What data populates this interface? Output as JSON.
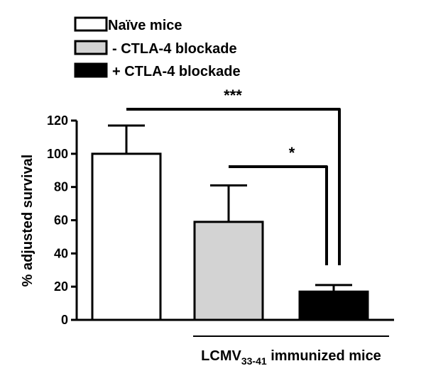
{
  "chart_data": {
    "type": "bar",
    "title": "",
    "xlabel": "",
    "ylabel": "% adjusted survival",
    "ylim": [
      0,
      120
    ],
    "yticks": [
      0,
      20,
      40,
      60,
      80,
      100,
      120
    ],
    "grid": false,
    "legend_position": "top-left",
    "categories": [
      "Naïve mice",
      "- CTLA-4 blockade",
      "+ CTLA-4 blockade"
    ],
    "values": [
      100,
      59,
      17
    ],
    "error": [
      17,
      22,
      4
    ],
    "colors": [
      "#ffffff",
      "#d3d3d3",
      "#000000"
    ],
    "legend": [
      {
        "label": "Naïve mice",
        "color": "#ffffff"
      },
      {
        "label": "- CTLA-4 blockade",
        "color": "#d3d3d3"
      },
      {
        "label": "+ CTLA-4 blockade",
        "color": "#000000"
      }
    ],
    "group_label": {
      "main": "LCMV",
      "sub": "33-41",
      "rest": " immunized mice"
    },
    "significance": [
      {
        "from": 0,
        "to": 2,
        "label": "***"
      },
      {
        "from": 1,
        "to": 2,
        "label": "*"
      }
    ]
  }
}
